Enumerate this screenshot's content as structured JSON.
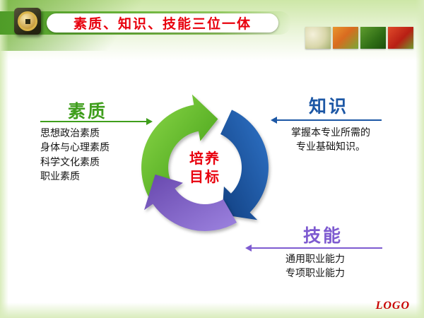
{
  "header": {
    "title": "素质、知识、技能三位一体"
  },
  "thumbnails": {
    "items": [
      "sprouts-photo",
      "peppers-photo",
      "cucumber-photo",
      "tomato-photo"
    ]
  },
  "diagram": {
    "center": {
      "line1": "培养",
      "line2": "目标"
    },
    "nodes": [
      {
        "id": "quality",
        "label": "素质",
        "color": "#3f9e1c",
        "details": [
          "思想政治素质",
          "身体与心理素质",
          "科学文化素质",
          "职业素质"
        ]
      },
      {
        "id": "knowledge",
        "label": "知识",
        "color": "#1c57a5",
        "details": [
          "掌握本专业所需的",
          "专业基础知识。"
        ]
      },
      {
        "id": "skill",
        "label": "技能",
        "color": "#7e5bd0",
        "details": [
          "通用职业能力",
          "专项职业能力"
        ]
      }
    ],
    "arrow_colors": {
      "green": "#4aa81e",
      "blue": "#1b55a8",
      "purple": "#7a5ec9"
    }
  },
  "footer": {
    "logo": "LOGO"
  },
  "accent_colors": {
    "title_red": "#e8000d",
    "band_green": "#5aa733"
  }
}
